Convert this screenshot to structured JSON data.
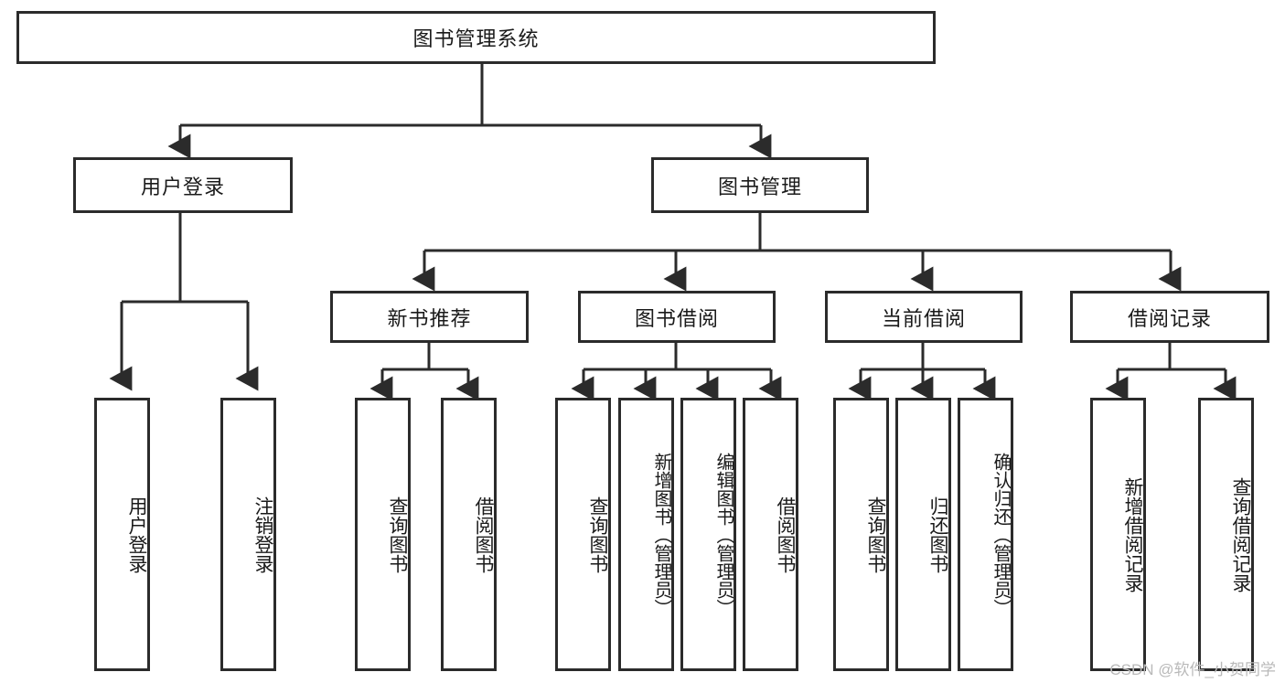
{
  "diagram": {
    "title": "图书管理系统",
    "watermark": "CSDN @软件_小贺同学",
    "line_color": "#2b2b2b",
    "box_fill": "#ffffff",
    "text_color": "#1a1a1a",
    "watermark_color": "#b9b9b9",
    "root": {
      "label": "图书管理系统"
    },
    "level2": [
      {
        "id": "user-login",
        "label": "用户登录"
      },
      {
        "id": "book-manage",
        "label": "图书管理"
      }
    ],
    "level3": [
      {
        "id": "new-book-recommend",
        "label": "新书推荐"
      },
      {
        "id": "book-borrow",
        "label": "图书借阅"
      },
      {
        "id": "current-borrow",
        "label": "当前借阅"
      },
      {
        "id": "borrow-record",
        "label": "借阅记录"
      }
    ],
    "leaves": [
      {
        "id": "leaf-user-login",
        "label": "用户登录",
        "parent": "user-login"
      },
      {
        "id": "leaf-logout-login",
        "label": "注销登录",
        "parent": "user-login"
      },
      {
        "id": "leaf-query-book-1",
        "label": "查询图书",
        "parent": "new-book-recommend"
      },
      {
        "id": "leaf-borrow-book-1",
        "label": "借阅图书",
        "parent": "new-book-recommend"
      },
      {
        "id": "leaf-query-book-2",
        "label": "查询图书",
        "parent": "book-borrow"
      },
      {
        "id": "leaf-add-book",
        "label": "新增图书（管理员）",
        "parent": "book-borrow"
      },
      {
        "id": "leaf-edit-book",
        "label": "编辑图书（管理员）",
        "parent": "book-borrow"
      },
      {
        "id": "leaf-borrow-book-2",
        "label": "借阅图书",
        "parent": "book-borrow"
      },
      {
        "id": "leaf-query-book-3",
        "label": "查询图书",
        "parent": "current-borrow"
      },
      {
        "id": "leaf-return-book",
        "label": "归还图书",
        "parent": "current-borrow"
      },
      {
        "id": "leaf-confirm-return",
        "label": "确认归还（管理员）",
        "parent": "current-borrow"
      },
      {
        "id": "leaf-add-record",
        "label": "新增借阅记录",
        "parent": "borrow-record"
      },
      {
        "id": "leaf-query-record",
        "label": "查询借阅记录",
        "parent": "borrow-record"
      }
    ]
  }
}
